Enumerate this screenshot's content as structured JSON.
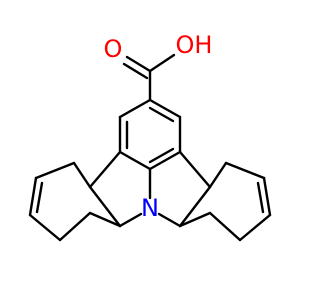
{
  "structure": {
    "atoms": {
      "carbonyl_oxygen": {
        "label": "O",
        "color": "#ff0000"
      },
      "hydroxyl_group": {
        "label": "OH",
        "color": "#ff0000"
      },
      "ring_nitrogen": {
        "label": "N",
        "color": "#0000ff"
      }
    },
    "bond_color": "#000000",
    "background": "#ffffff"
  }
}
